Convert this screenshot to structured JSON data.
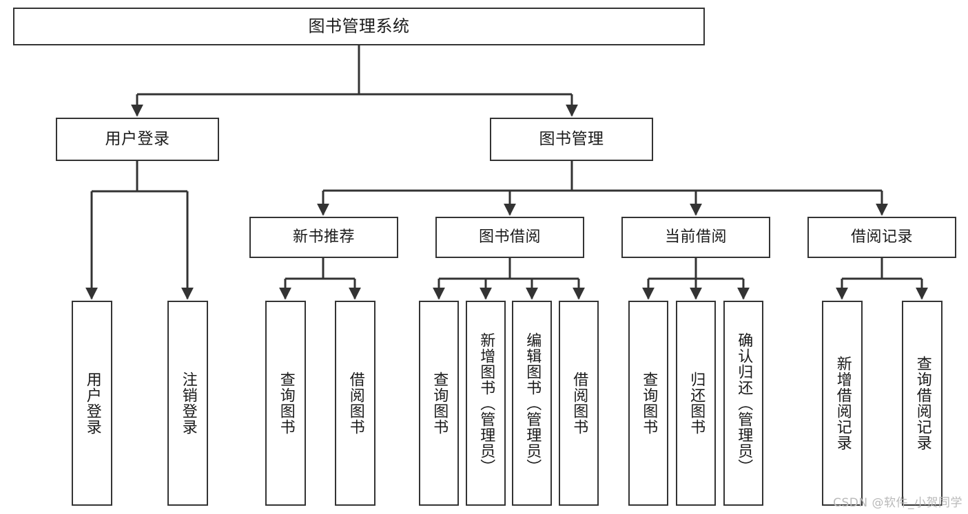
{
  "diagram": {
    "title": "图书管理系统",
    "background_color": "#ffffff",
    "line_color": "#333333",
    "box_fill": "#ffffff",
    "text_color": "#1a1a1a",
    "root": {
      "label": "图书管理系统"
    },
    "level1": [
      {
        "label": "用户登录"
      },
      {
        "label": "图书管理"
      }
    ],
    "level2": [
      {
        "label": "新书推荐"
      },
      {
        "label": "图书借阅"
      },
      {
        "label": "当前借阅"
      },
      {
        "label": "借阅记录"
      }
    ],
    "leaves": [
      {
        "label": "用户登录"
      },
      {
        "label": "注销登录"
      },
      {
        "label": "查询图书"
      },
      {
        "label": "借阅图书"
      },
      {
        "label": "查询图书"
      },
      {
        "label": "新增图书（管理员）"
      },
      {
        "label": "编辑图书（管理员）"
      },
      {
        "label": "借阅图书"
      },
      {
        "label": "查询图书"
      },
      {
        "label": "归还图书"
      },
      {
        "label": "确认归还（管理员）"
      },
      {
        "label": "新增借阅记录"
      },
      {
        "label": "查询借阅记录"
      }
    ]
  },
  "watermark": {
    "text": "CSDN @软件_小贺同学",
    "color": "#b9b9b9"
  }
}
